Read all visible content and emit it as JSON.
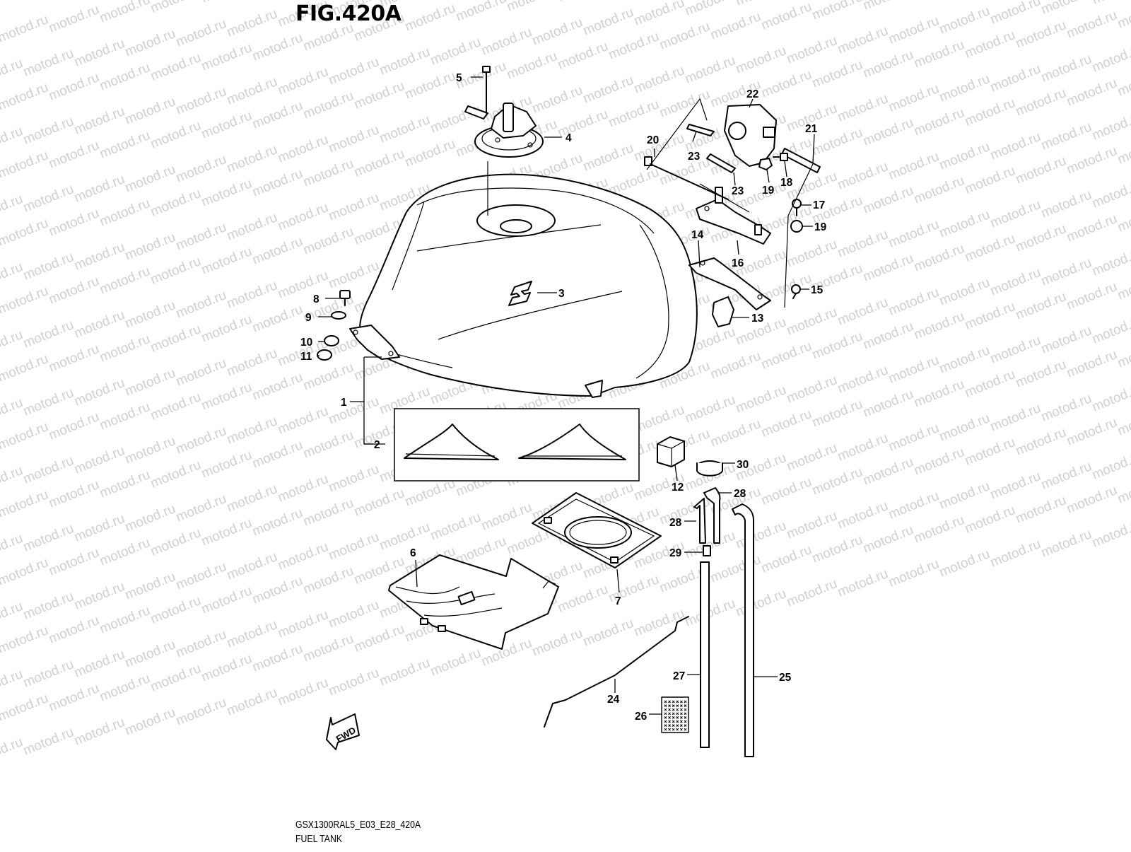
{
  "figure": {
    "title": "FIG.420A",
    "model_code": "GSX1300RAL5_E03_E28_420A",
    "name": "FUEL TANK"
  },
  "watermark": {
    "text": "motod.ru"
  },
  "fwd_arrow": {
    "label": "FWD"
  },
  "callouts": [
    {
      "id": "c1",
      "label": "1"
    },
    {
      "id": "c2",
      "label": "2"
    },
    {
      "id": "c3",
      "label": "3"
    },
    {
      "id": "c4",
      "label": "4"
    },
    {
      "id": "c5",
      "label": "5"
    },
    {
      "id": "c6",
      "label": "6"
    },
    {
      "id": "c7",
      "label": "7"
    },
    {
      "id": "c8",
      "label": "8"
    },
    {
      "id": "c9",
      "label": "9"
    },
    {
      "id": "c10",
      "label": "10"
    },
    {
      "id": "c11",
      "label": "11"
    },
    {
      "id": "c12",
      "label": "12"
    },
    {
      "id": "c13",
      "label": "13"
    },
    {
      "id": "c14",
      "label": "14"
    },
    {
      "id": "c15",
      "label": "15"
    },
    {
      "id": "c16",
      "label": "16"
    },
    {
      "id": "c17",
      "label": "17"
    },
    {
      "id": "c18",
      "label": "18"
    },
    {
      "id": "c19a",
      "label": "19"
    },
    {
      "id": "c19b",
      "label": "19"
    },
    {
      "id": "c20",
      "label": "20"
    },
    {
      "id": "c21",
      "label": "21"
    },
    {
      "id": "c22",
      "label": "22"
    },
    {
      "id": "c23a",
      "label": "23"
    },
    {
      "id": "c23b",
      "label": "23"
    },
    {
      "id": "c24",
      "label": "24"
    },
    {
      "id": "c25",
      "label": "25"
    },
    {
      "id": "c26",
      "label": "26"
    },
    {
      "id": "c27",
      "label": "27"
    },
    {
      "id": "c28a",
      "label": "28"
    },
    {
      "id": "c28b",
      "label": "28"
    },
    {
      "id": "c29",
      "label": "29"
    },
    {
      "id": "c30",
      "label": "30"
    }
  ]
}
